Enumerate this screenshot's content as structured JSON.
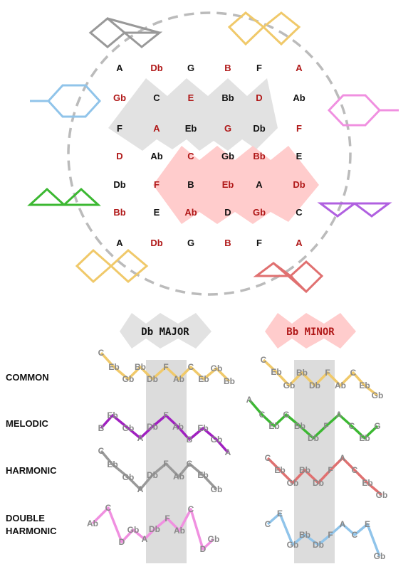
{
  "grid": {
    "rows": [
      [
        "A",
        "Db",
        "G",
        "B",
        "F",
        "A"
      ],
      [
        "Gb",
        "C",
        "E",
        "Bb",
        "D",
        "Ab"
      ],
      [
        "F",
        "A",
        "Eb",
        "G",
        "Db",
        "F"
      ],
      [
        "D",
        "Ab",
        "C",
        "Gb",
        "Bb",
        "E"
      ],
      [
        "Db",
        "F",
        "B",
        "Eb",
        "A",
        "Db"
      ],
      [
        "Bb",
        "E",
        "Ab",
        "D",
        "Gb",
        "C"
      ],
      [
        "A",
        "Db",
        "G",
        "B",
        "F",
        "A"
      ]
    ],
    "colors": [
      [
        "black",
        "red",
        "black",
        "red",
        "black",
        "red"
      ],
      [
        "red",
        "black",
        "red",
        "black",
        "red",
        "black"
      ],
      [
        "black",
        "red",
        "black",
        "red",
        "black",
        "red"
      ],
      [
        "red",
        "black",
        "red",
        "black",
        "red",
        "black"
      ],
      [
        "black",
        "red",
        "black",
        "red",
        "black",
        "red"
      ],
      [
        "red",
        "black",
        "red",
        "black",
        "red",
        "black"
      ],
      [
        "black",
        "red",
        "black",
        "red",
        "black",
        "red"
      ]
    ]
  },
  "keys": {
    "major": "Db MAJOR",
    "minor": "Bb MINOR"
  },
  "rows": [
    "COMMON",
    "MELODIC",
    "HARMONIC",
    "DOUBLE",
    "HARMONIC"
  ],
  "scales": {
    "major_common": [
      "C",
      "Eb",
      "Gb",
      "Bb",
      "Db",
      "F",
      "Ab",
      "C",
      "Eb",
      "Gb",
      "Bb"
    ],
    "major_melodic": [
      "B",
      "Eb",
      "Gb",
      "A",
      "Db",
      "F",
      "Ab",
      "B",
      "Eb",
      "Gb",
      "A"
    ],
    "major_harmonic": [
      "C",
      "Eb",
      "Gb",
      "A",
      "Db",
      "F",
      "Ab",
      "C",
      "Eb",
      "Gb"
    ],
    "major_double": [
      "Ab",
      "C",
      "D",
      "Gb",
      "A",
      "Db",
      "F",
      "Ab",
      "C",
      "D",
      "Gb"
    ],
    "minor_common": [
      "C",
      "Eb",
      "Gb",
      "Bb",
      "Db",
      "F",
      "Ab",
      "C",
      "Eb",
      "Gb"
    ],
    "minor_melodic": [
      "A",
      "C",
      "Eb",
      "G",
      "Bb",
      "Db",
      "F",
      "A",
      "C",
      "Eb",
      "G"
    ],
    "minor_harmonic": [
      "C",
      "Eb",
      "Gb",
      "Bb",
      "Db",
      "F",
      "A",
      "C",
      "Eb",
      "Gb"
    ],
    "minor_double": [
      "C",
      "E",
      "Gb",
      "Bb",
      "Db",
      "F",
      "A",
      "C",
      "E",
      "Gb"
    ]
  },
  "colors": {
    "gold": "#f0c96a",
    "purple": "#a020c0",
    "gray": "#999999",
    "pink": "#f090e0",
    "green": "#3cb832",
    "salmon": "#e07070",
    "blue": "#90c4ea",
    "violet": "#b060e0",
    "major_fill": "#e2e2e2",
    "minor_fill": "#ffcccc"
  }
}
